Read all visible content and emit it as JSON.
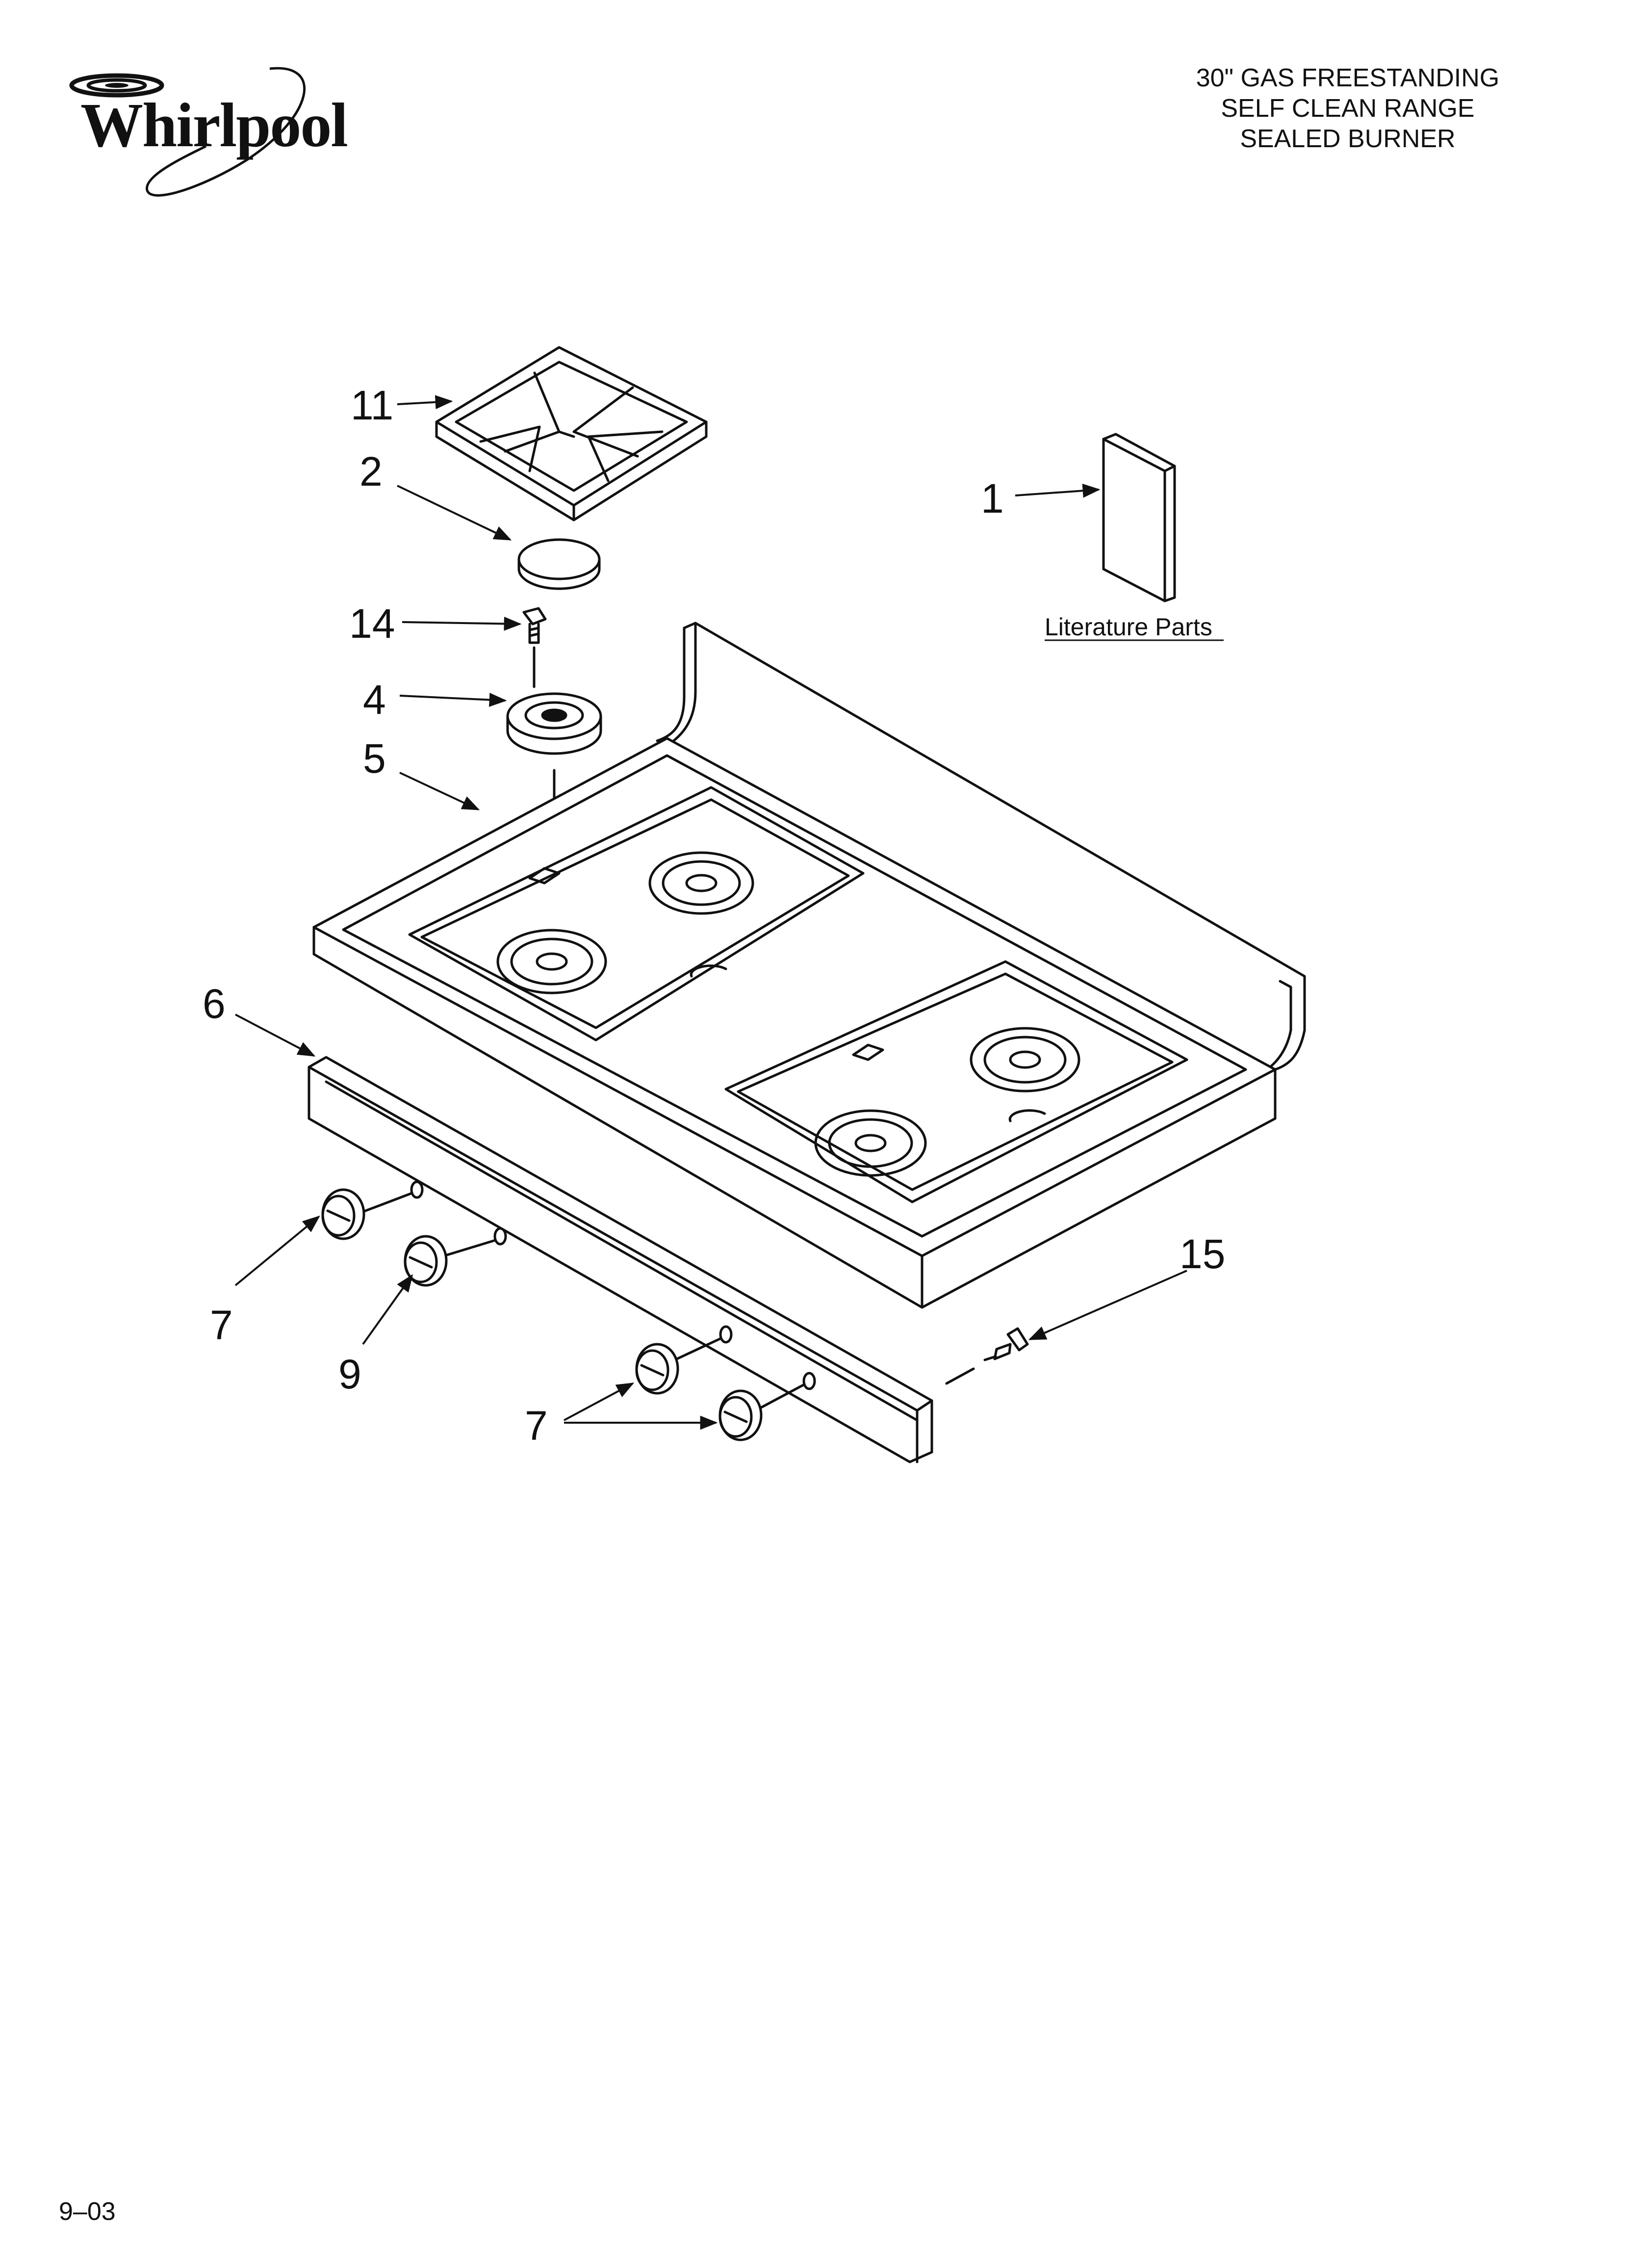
{
  "header": {
    "brand": "Whirlpool",
    "title_lines": [
      "30\" GAS FREESTANDING",
      "SELF CLEAN RANGE",
      "SEALED BURNER"
    ]
  },
  "diagram": {
    "literature_label": "Literature Parts",
    "callouts": {
      "grate": "11",
      "burner_cap": "2",
      "literature": "1",
      "screw_14": "14",
      "burner_base": "4",
      "cooktop": "5",
      "control_panel": "6",
      "knob_left": "7",
      "knob_9": "9",
      "knob_right": "7",
      "screw_15": "15"
    }
  },
  "footer": {
    "date_code": "9–03"
  }
}
